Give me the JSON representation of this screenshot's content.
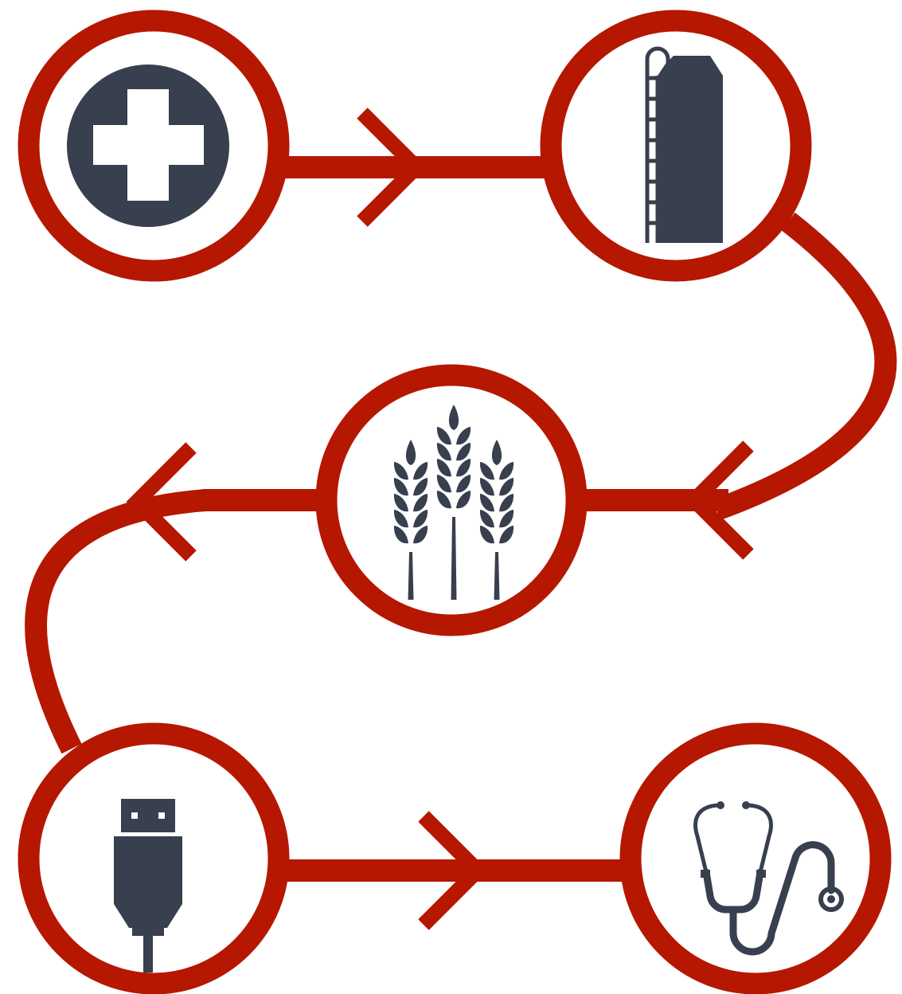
{
  "colors": {
    "accent": "#b51700",
    "icon": "#383f4e",
    "background": "#ffffff"
  },
  "nodes": [
    {
      "id": "node-1",
      "icon": "medical-cross-icon"
    },
    {
      "id": "node-2",
      "icon": "grain-silo-icon"
    },
    {
      "id": "node-3",
      "icon": "wheat-icon"
    },
    {
      "id": "node-4",
      "icon": "usb-plug-icon"
    },
    {
      "id": "node-5",
      "icon": "stethoscope-icon"
    }
  ],
  "edges": [
    {
      "from": "node-1",
      "to": "node-2"
    },
    {
      "from": "node-2",
      "to": "node-3"
    },
    {
      "from": "node-3",
      "to": "node-4"
    },
    {
      "from": "node-4",
      "to": "node-5"
    }
  ]
}
